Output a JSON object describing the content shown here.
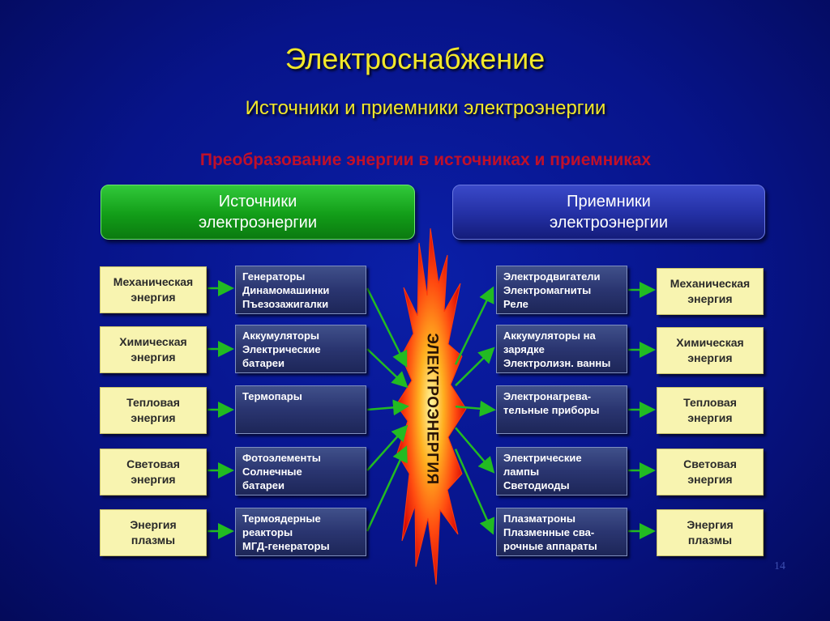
{
  "slide": {
    "title": "Электроснабжение",
    "subtitle": "Источники и приемники электроэнергии",
    "heading": "Преобразование энергии в источниках и приемниках",
    "page_number": "14"
  },
  "sources_header": "Источники\nэлектроэнергии",
  "receivers_header": "Приемники\nэлектроэнергии",
  "center_label": "ЭЛЕКТРОЭНЕРГИЯ",
  "left_energy": [
    "Механическая\nэнергия",
    "Химическая\nэнергия",
    "Тепловая\nэнергия",
    "Световая\nэнергия",
    "Энергия\nплазмы"
  ],
  "sources": [
    "Генераторы\nДинамомашинки\nПъезозажигалки",
    "Аккумуляторы\nЭлектрические\nбатареи",
    "Термопары",
    "Фотоэлементы\nСолнечные\nбатареи",
    "Термоядерные\nреакторы\nМГД-генераторы"
  ],
  "receivers": [
    "Электродвигатели\nЭлектромагниты\nРеле",
    "Аккумуляторы на\nзарядке\nЭлектролизн. ванны",
    "Электронагрева-\nтельные приборы",
    "Электрические\nлампы\nСветодиоды",
    "Плазматроны\nПлазменные сва-\nрочные аппараты"
  ],
  "right_energy": [
    "Механическая\nэнергия",
    "Химическая\nэнергия",
    "Тепловая\nэнергия",
    "Световая\nэнергия",
    "Энергия\nплазмы"
  ],
  "colors": {
    "background": "#07148a",
    "title": "#f2e82a",
    "heading": "#c0102a",
    "arrow": "#22bb22",
    "energy_box": "#f8f4b0",
    "device_box": "#2a3570"
  }
}
